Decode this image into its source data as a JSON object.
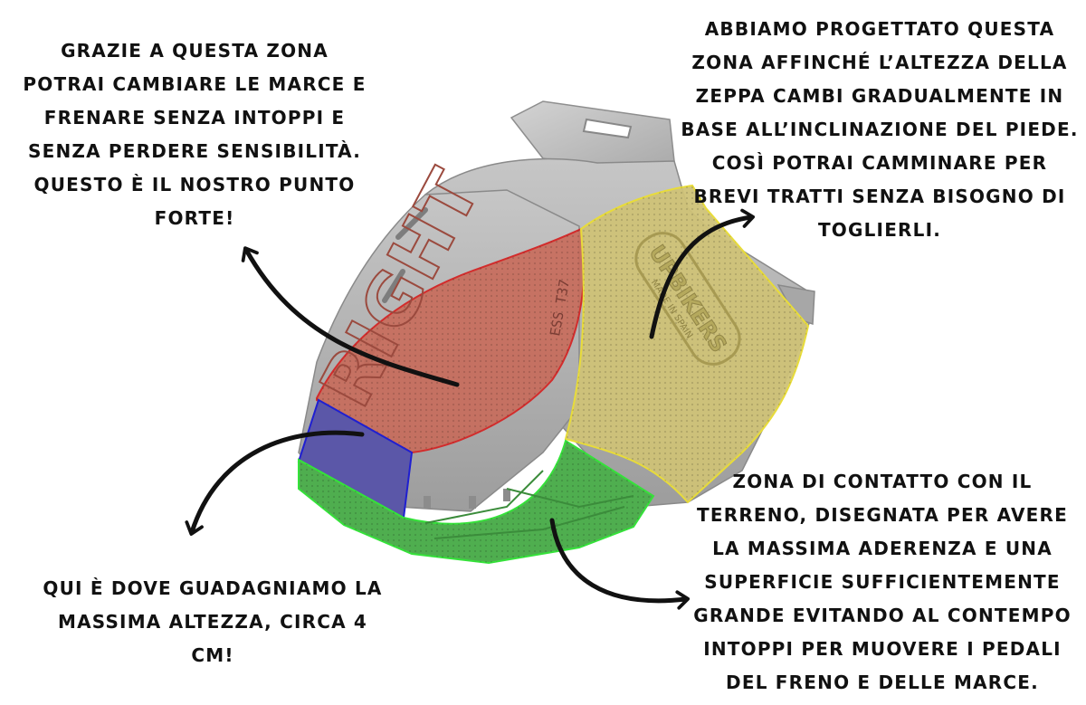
{
  "annotations": {
    "top_left": "Grazie a questa zona potrai cambiare le marce e frenare senza intoppi e senza perdere sensibilità. Questo è il nostro punto forte!",
    "top_right": "Abbiamo progettato questa zona affinché l’altezza della zeppa cambi gradualmente in base all’inclinazione del piede. Così potrai camminare per brevi tratti senza bisogno di toglierli.",
    "bottom_left": "Qui è dove guadagniamo la massima altezza, circa 4 cm!",
    "bottom_right": "Zona di contatto con il terreno, disegnata per avere la massima aderenza e una superficie sufficientemente grande evitando al contempo intoppi per muovere i pedali del freno e delle marce."
  },
  "product": {
    "side_text": "RIGHT",
    "size_text": "ESS T37",
    "brand_text": "UPBIKERS",
    "made_in_text": "MADE IN SPAIN"
  },
  "colors": {
    "body_gray": "#b8b8b8",
    "red_zone": "#c86a5a",
    "yellow_zone": "#cfc277",
    "blue_zone": "#5b57a8",
    "green_zone": "#4fae4f",
    "arrow": "#111111"
  }
}
